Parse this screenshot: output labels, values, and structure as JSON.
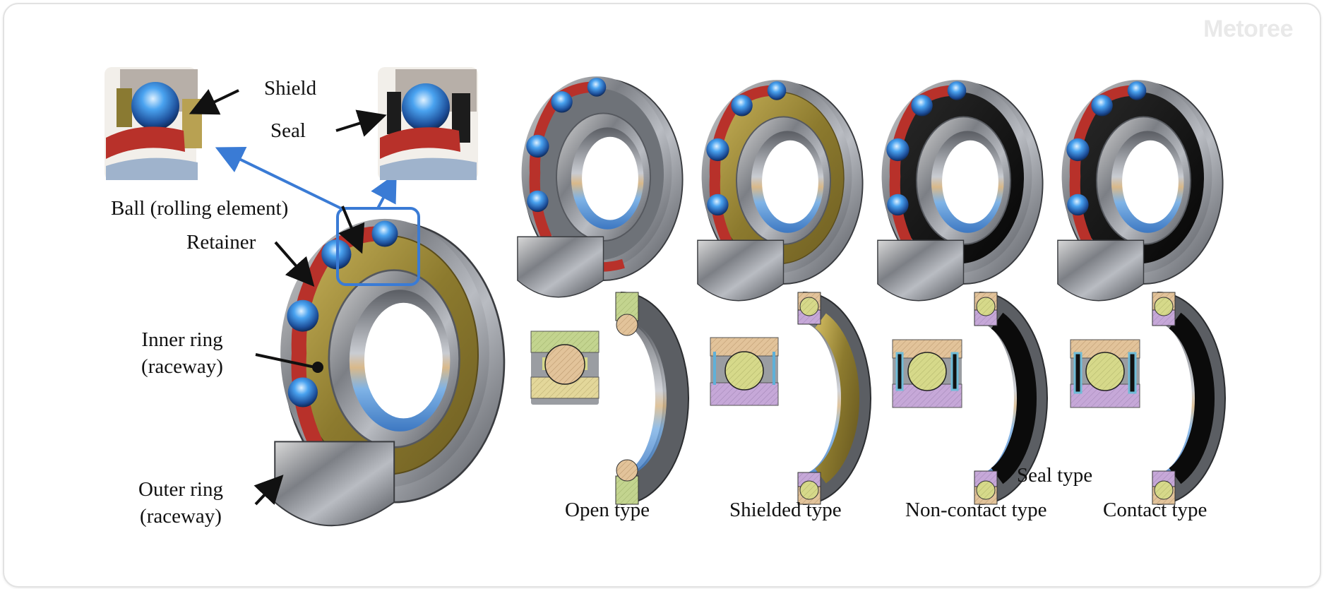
{
  "brand": {
    "watermark": "Metoree"
  },
  "figure": {
    "title_parts": {
      "shield": "Shield",
      "seal": "Seal",
      "ball": "Ball (rolling element)",
      "retainer": "Retainer",
      "inner_ring_line1": "Inner ring",
      "inner_ring_line2": "(raceway)",
      "outer_ring_line1": "Outer ring",
      "outer_ring_line2": "(raceway)"
    },
    "types": [
      {
        "label": "Open type",
        "cover": "none"
      },
      {
        "label": "Shielded type",
        "cover": "shield"
      },
      {
        "label": "Non-contact type",
        "cover": "seal"
      },
      {
        "label": "Contact type",
        "cover": "seal"
      }
    ],
    "group_label": "Seal type"
  },
  "colors": {
    "callout_blue": "#3a7bd5",
    "steel": "#8a8f96",
    "shield_gold": "#a08a3a",
    "seal_black": "#141414",
    "ball_blue": "#2f86e0",
    "retainer_red": "#b8312a",
    "section_tan": "#e2c39a",
    "section_green": "#c3d48f",
    "section_purple": "#c6a8d8",
    "section_ball": "#d6d98a"
  }
}
